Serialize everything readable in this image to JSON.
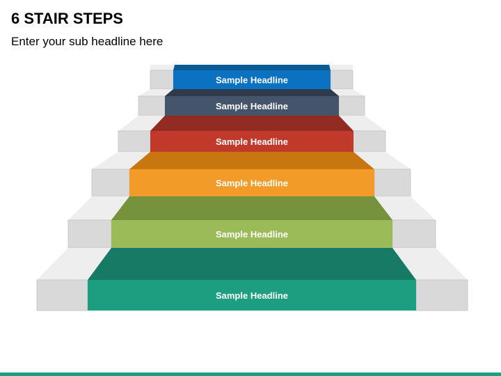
{
  "header": {
    "title": "6 STAIR STEPS",
    "subtitle": "Enter your sub headline here"
  },
  "steps": [
    {
      "label": "Sample Headline",
      "front": "#1e9e80",
      "tread": "#177a64"
    },
    {
      "label": "Sample Headline",
      "front": "#9bbb59",
      "tread": "#76923c"
    },
    {
      "label": "Sample Headline",
      "front": "#f39b29",
      "tread": "#c8760f"
    },
    {
      "label": "Sample Headline",
      "front": "#c0392b",
      "tread": "#922b21"
    },
    {
      "label": "Sample Headline",
      "front": "#44546a",
      "tread": "#2f3b4c"
    },
    {
      "label": "Sample Headline",
      "front": "#0b72c1",
      "tread": "#0a5a96"
    }
  ],
  "colors": {
    "side_front": "#d9d9d9",
    "side_tread": "#eeeeee",
    "side_edge": "#c4c4c4",
    "footer": "#1e9e80"
  }
}
